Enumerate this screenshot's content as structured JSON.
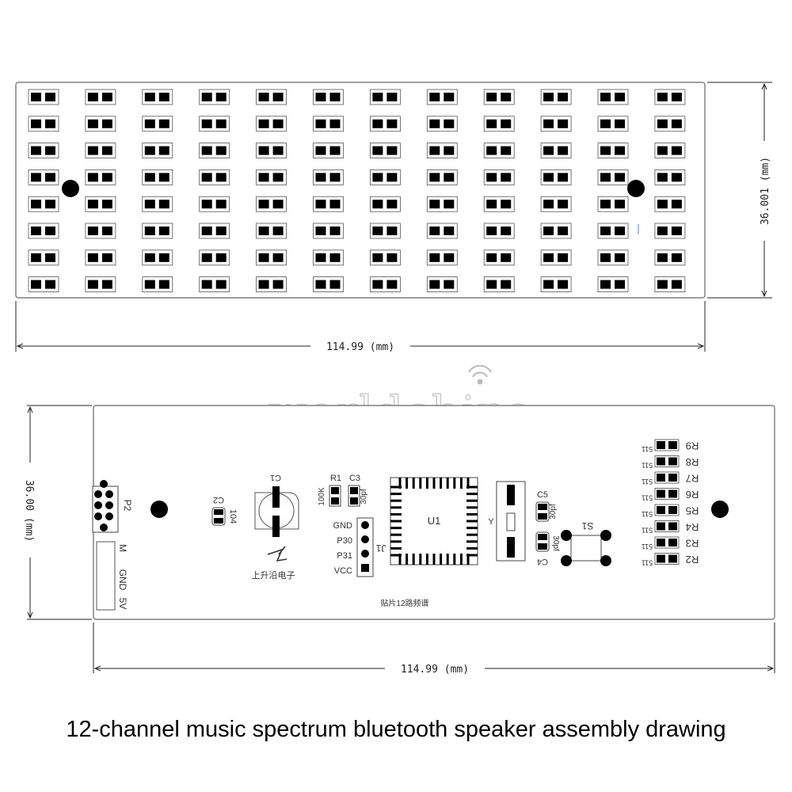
{
  "top_board": {
    "width_label": "114.99 (mm)",
    "height_label": "36.001 (mm)",
    "led_columns": 12,
    "led_rows": 8
  },
  "bottom_board": {
    "width_label": "114.99 (mm)",
    "height_label": "36.00 (mm)",
    "labels": {
      "p2": "P2",
      "c2": "C2",
      "c2_value": "104",
      "c1": "C1",
      "r1": "R1",
      "r1_value": "100K",
      "c3": "C3",
      "c3_value": "30pf",
      "gnd": "GND",
      "p30": "P30",
      "p31": "P31",
      "vcc": "VCC",
      "j1": "J1",
      "u1": "U1",
      "y": "Y",
      "c5": "C5",
      "c5_value": "30pf",
      "c4": "C4",
      "c4_value": "30pf",
      "s1": "S1",
      "power_5v": "5V",
      "power_gnd": "GND",
      "power_m": "M",
      "brand_cn": "上升沿电子",
      "board_cn": "贴片12路频谱"
    },
    "resistors": [
      {
        "ref": "R9",
        "value": "511"
      },
      {
        "ref": "R8",
        "value": "511"
      },
      {
        "ref": "R7",
        "value": "511"
      },
      {
        "ref": "R6",
        "value": "511"
      },
      {
        "ref": "R5",
        "value": "511"
      },
      {
        "ref": "R4",
        "value": "511"
      },
      {
        "ref": "R3",
        "value": "511"
      },
      {
        "ref": "R2",
        "value": "511"
      }
    ]
  },
  "watermark": "worldchips",
  "caption": "12-channel music spectrum bluetooth speaker assembly drawing"
}
